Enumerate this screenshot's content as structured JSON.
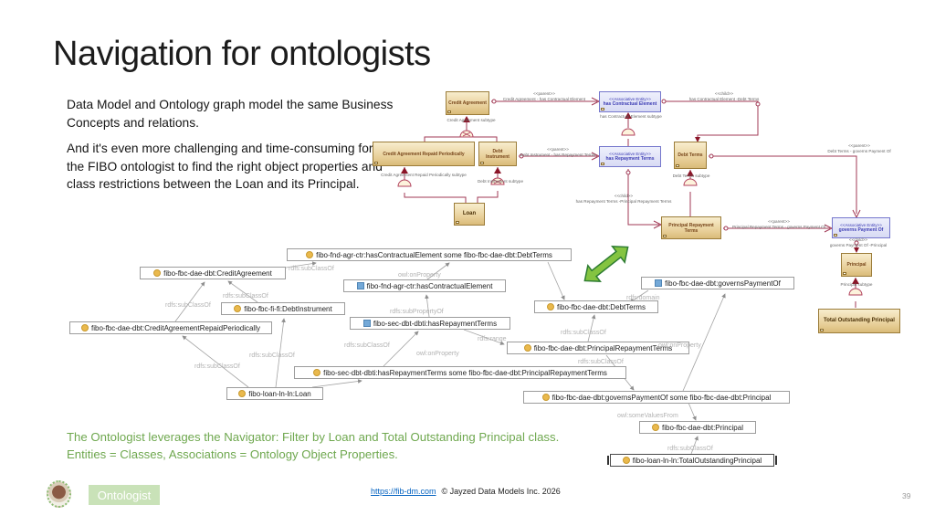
{
  "slide": {
    "title": "Navigation for ontologists",
    "paragraph1": "Data Model and Ontology graph model the same Business Concepts and relations.",
    "paragraph2": "And it's even more challenging and time-consuming for the FIBO ontologist to find the right object properties and class restrictions between the Loan and its Principal.",
    "callout_line1": "The Ontologist leverages the Navigator: Filter by Loan and Total Outstanding Principal class.",
    "callout_line2": "Entities = Classes, Associations = Ontology Object Properties.",
    "page_number": "39"
  },
  "footer": {
    "badge": "Ontologist",
    "link": "https://fib-dm.com",
    "copyright": "© Jayzed Data Models Inc. 2026"
  },
  "colors": {
    "accent_green": "#70ad47",
    "link_blue": "#0563c1",
    "class_icon": "#eab94d",
    "property_icon": "#74a9d8",
    "er_line": "#a13a56",
    "entity_fill": "#e9d49c",
    "associative_fill": "#dfe0f6"
  },
  "er_diagram": {
    "entities": [
      {
        "label": "Credit Agreement",
        "type": "entity"
      },
      {
        "stereotype": "<<Associative Entity>>",
        "label": "has Contractual Element",
        "type": "associative"
      },
      {
        "label": "Credit Agreement Repaid Periodically",
        "type": "entity"
      },
      {
        "label": "Debt Instrument",
        "type": "entity"
      },
      {
        "stereotype": "<<Associative Entity>>",
        "label": "has Repayment Terms",
        "type": "associative"
      },
      {
        "label": "Debt Terms",
        "type": "entity"
      },
      {
        "label": "Loan",
        "type": "entity"
      },
      {
        "label": "Principal Repayment Terms",
        "type": "entity"
      },
      {
        "stereotype": "<<Associative Entity>>",
        "label": "governs Payment Of",
        "type": "associative"
      },
      {
        "label": "Principal",
        "type": "entity"
      },
      {
        "label": "Total Outstanding Principal",
        "type": "entity"
      }
    ],
    "labels": [
      {
        "stereo": "<<parent>>",
        "text": "Credit Agreement - has Contractual Element"
      },
      {
        "stereo": "<<child>>",
        "text": "has Contractual Element -Debt Terms"
      },
      {
        "text": "Credit Agreement subtype"
      },
      {
        "text": "has Contractual Element subtype"
      },
      {
        "stereo": "<<parent>>",
        "text": "Debt Instrument - has Repayment Terms"
      },
      {
        "text": "Credit Agreement Repaid Periodically subtype"
      },
      {
        "text": "Debt Instrument subtype"
      },
      {
        "text": "Debt Terms subtype"
      },
      {
        "stereo": "<<child>>",
        "text": "has Repayment Terms -Principal Repayment Terms"
      },
      {
        "stereo": "<<parent>>",
        "text": "Debt Terms - governs Payment Of"
      },
      {
        "stereo": "<<parent>>",
        "text": "Principal Repayment Terms - governs Payment Of"
      },
      {
        "stereo": "<<child>>",
        "text": "governs Payment Of -Principal"
      },
      {
        "text": "Principal subtype"
      }
    ]
  },
  "graph": {
    "nodes": [
      {
        "label": "fibo-fnd-agr-ctr:hasContractualElement some fibo-fbc-dae-dbt:DebtTerms",
        "icon": "class"
      },
      {
        "label": "fibo-fbc-dae-dbt:CreditAgreement",
        "icon": "class"
      },
      {
        "label": "fibo-fnd-agr-ctr:hasContractualElement",
        "icon": "property"
      },
      {
        "label": "fibo-fbc-fi-fi:DebtInstrument",
        "icon": "class"
      },
      {
        "label": "fibo-fbc-dae-dbt:CreditAgreementRepaidPeriodically",
        "icon": "class"
      },
      {
        "label": "fibo-sec-dbt-dbti:hasRepaymentTerms",
        "icon": "property"
      },
      {
        "label": "fibo-fbc-dae-dbt:governsPaymentOf",
        "icon": "property"
      },
      {
        "label": "fibo-fbc-dae-dbt:DebtTerms",
        "icon": "class"
      },
      {
        "label": "fibo-fbc-dae-dbt:PrincipalRepaymentTerms",
        "icon": "class"
      },
      {
        "label": "fibo-sec-dbt-dbti:hasRepaymentTerms some fibo-fbc-dae-dbt:PrincipalRepaymentTerms",
        "icon": "class"
      },
      {
        "label": "fibo-loan-ln-ln:Loan",
        "icon": "class"
      },
      {
        "label": "fibo-fbc-dae-dbt:governsPaymentOf some fibo-fbc-dae-dbt:Principal",
        "icon": "class"
      },
      {
        "label": "fibo-fbc-dae-dbt:Principal",
        "icon": "class"
      },
      {
        "label": "fibo-loan-ln-ln:TotalOutstandingPrincipal",
        "icon": "class"
      }
    ],
    "edge_labels": [
      {
        "text": "rdfs:subClassOf"
      },
      {
        "text": "rdfs:subClassOf"
      },
      {
        "text": "rdfs:subClassOf"
      },
      {
        "text": "owl:onProperty"
      },
      {
        "text": "rdfs:subPropertyOf"
      },
      {
        "text": "rdfs:subClassOf"
      },
      {
        "text": "rdfs:subClassOf"
      },
      {
        "text": "rdfs:subClassOf"
      },
      {
        "text": "owl:onProperty"
      },
      {
        "text": "rdfs:domain"
      },
      {
        "text": "rdfs:subClassOf"
      },
      {
        "text": "rdfs:range"
      },
      {
        "text": "owl:onProperty"
      },
      {
        "text": "rdfs:subClassOf"
      },
      {
        "text": "owl:someValuesFrom"
      },
      {
        "text": "rdfs:subClassOf"
      }
    ]
  }
}
